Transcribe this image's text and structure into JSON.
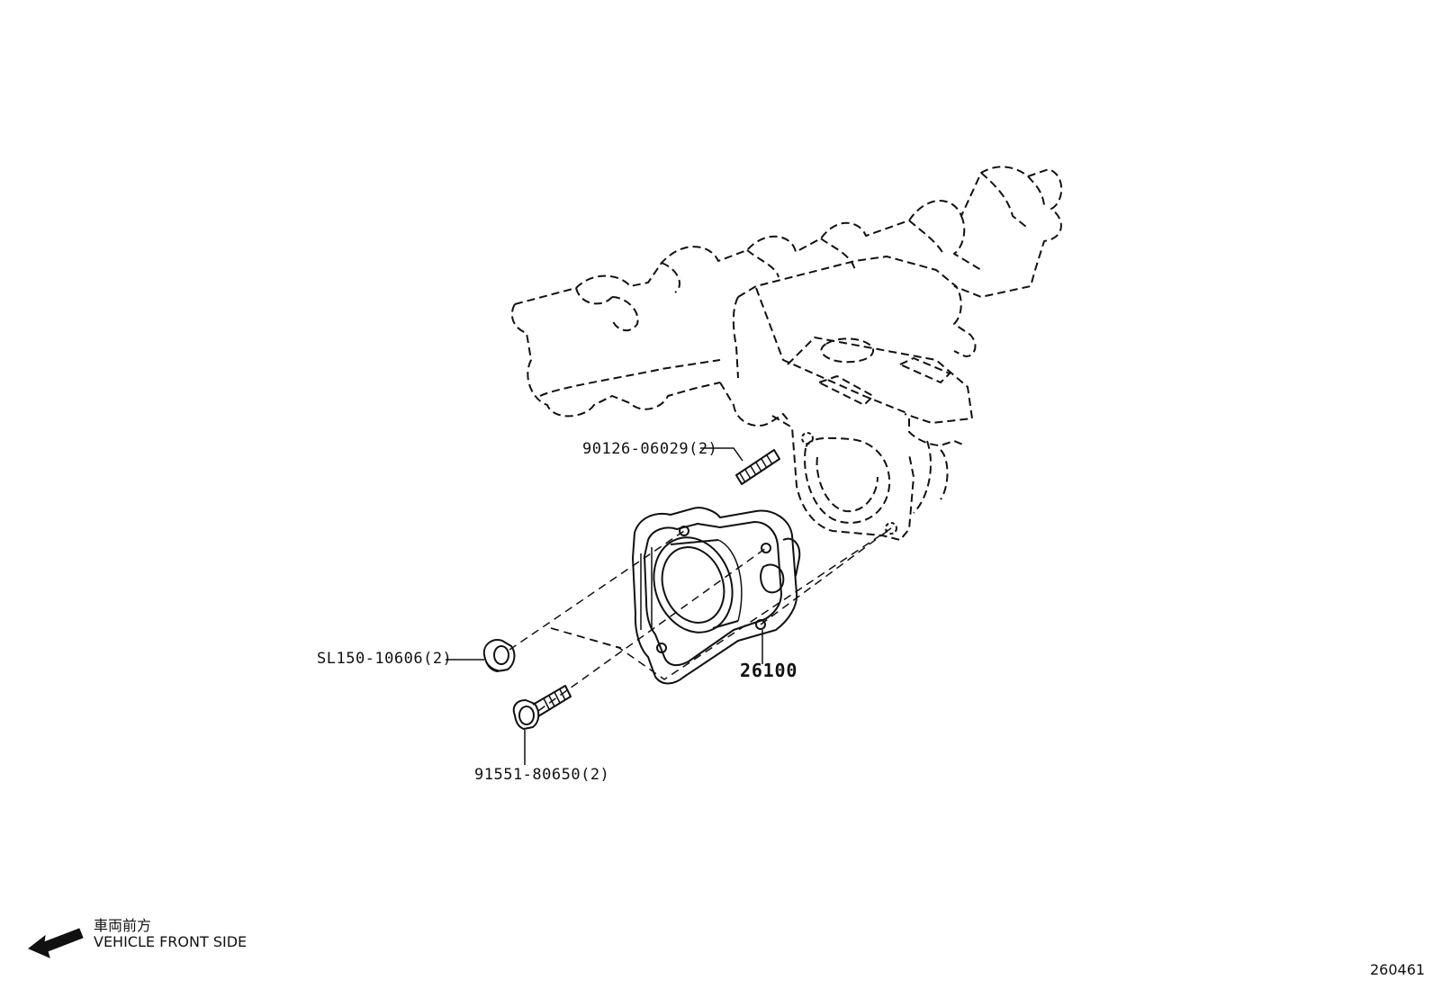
{
  "callouts": {
    "stud": "90126-06029(2)",
    "nut": "SL150-10606(2)",
    "bolt": "91551-80650(2)",
    "throttle_body": "26100"
  },
  "legend": {
    "label_jp": "車両前方",
    "label_en": "VEHICLE FRONT SIDE",
    "icon": "arrow-left-icon"
  },
  "figure_number": "260461"
}
